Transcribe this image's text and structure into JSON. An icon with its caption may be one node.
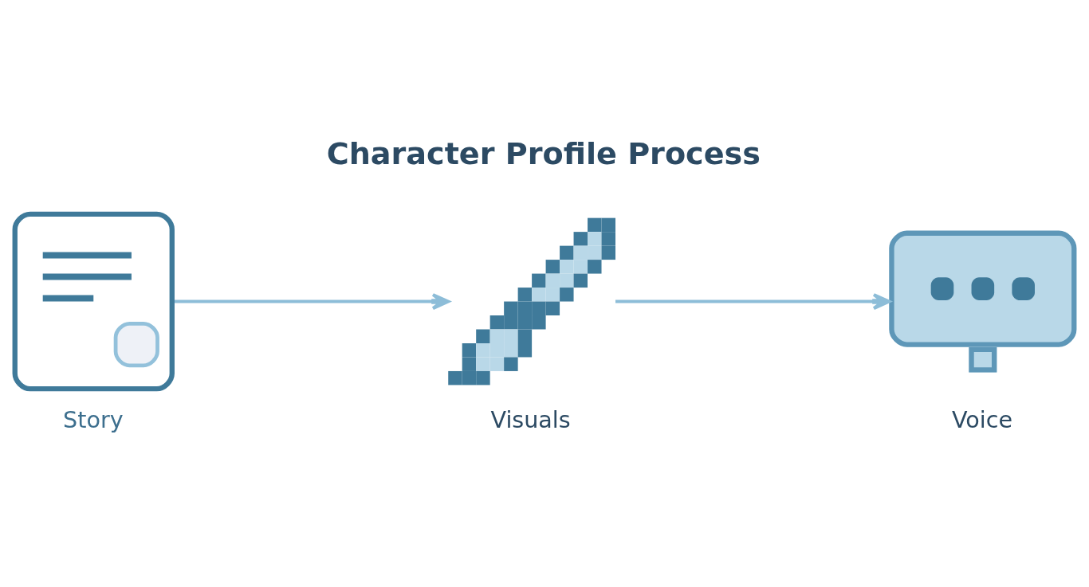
{
  "diagram": {
    "title": "Character Profile Process",
    "nodes": [
      {
        "text": [],
        "shape": "picture",
        "beside": [
          "Story"
        ]
      },
      {
        "text": [],
        "shape": "picture",
        "beside": [
          "Visuals"
        ]
      },
      {
        "text": [],
        "shape": "picture",
        "beside": [
          "Voice"
        ]
      }
    ],
    "edges": [
      {
        "from": 0,
        "to": 1,
        "arrow": "to"
      },
      {
        "from": 1,
        "to": 2,
        "arrow": "to"
      }
    ]
  }
}
